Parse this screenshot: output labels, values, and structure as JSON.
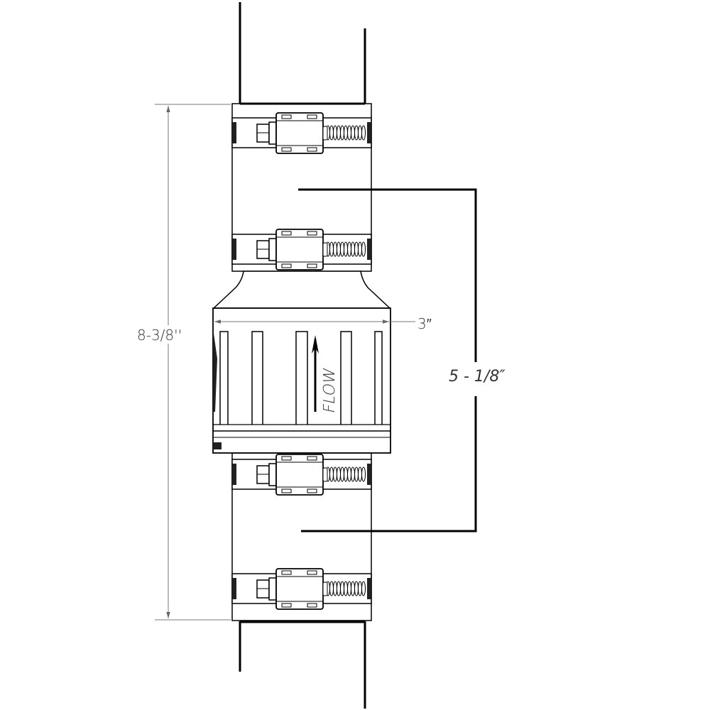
{
  "dimensions": {
    "overall_length": "8-3/8''",
    "body_diameter": "3″",
    "center_length": "5 - 1/8″"
  },
  "valve": {
    "flow_label": "FLOW",
    "flow_direction": "up",
    "clamp_count": 4
  },
  "colors": {
    "line": "#000000",
    "dimension_line": "#777777",
    "background": "#ffffff"
  }
}
